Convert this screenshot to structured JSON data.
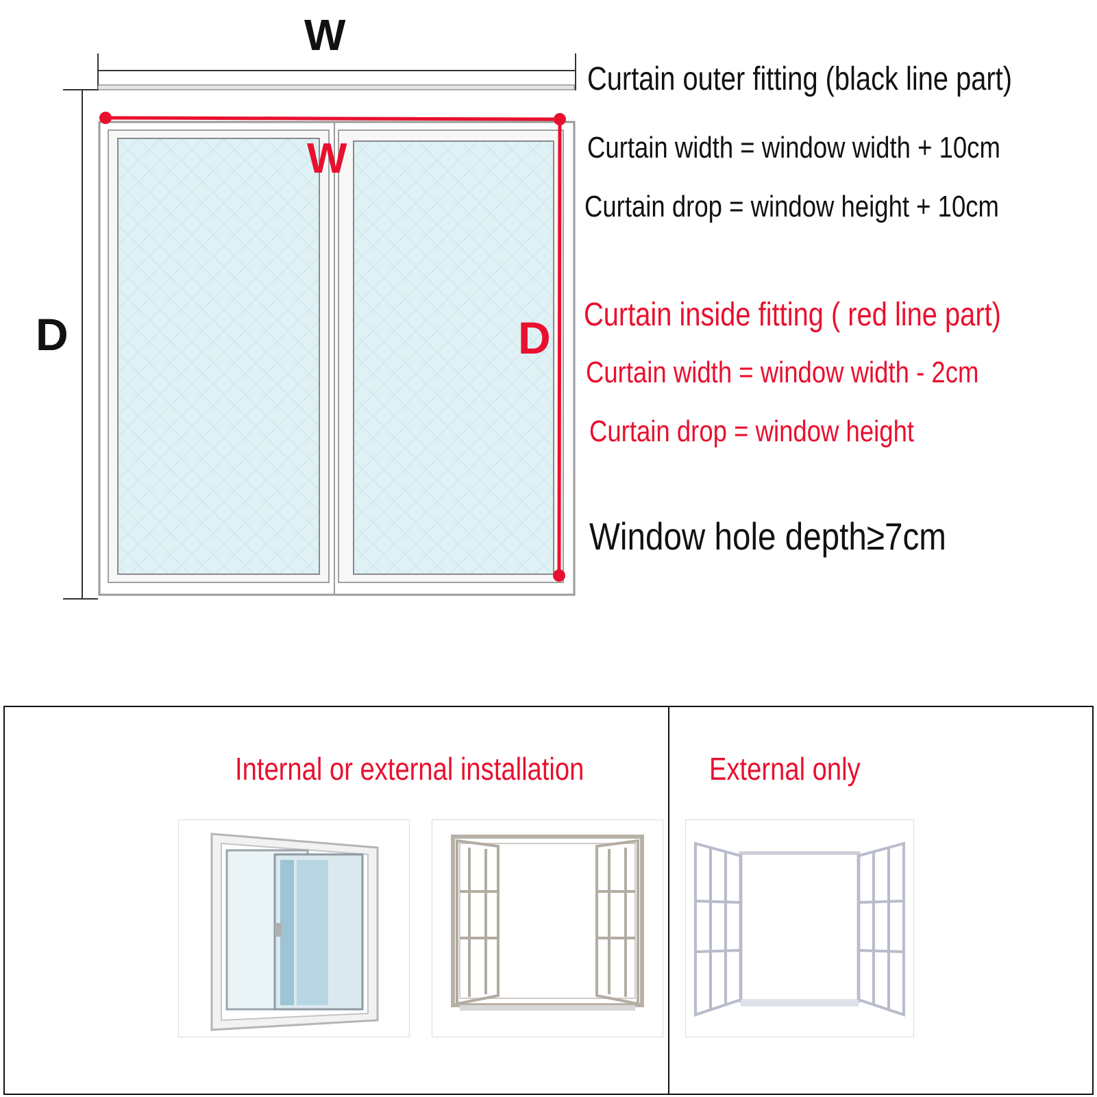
{
  "diagram": {
    "outer_width_letter": "W",
    "outer_drop_letter": "D",
    "inner_width_letter": "W",
    "inner_drop_letter": "D"
  },
  "outer_fitting": {
    "title": "Curtain outer fitting (black line part)",
    "width_rule": "Curtain width = window width + 10cm",
    "drop_rule": "Curtain drop = window height + 10cm"
  },
  "inside_fitting": {
    "title": "Curtain inside fitting ( red line part)",
    "width_rule": "Curtain width = window width - 2cm",
    "drop_rule": "Curtain drop = window height"
  },
  "depth_note": "Window hole depth≥7cm",
  "installation": {
    "internal_or_external_label": "Internal or external installation",
    "external_only_label": "External only"
  },
  "colors": {
    "black": "#111111",
    "red": "#e8102e",
    "glass": "#d9eef3"
  }
}
